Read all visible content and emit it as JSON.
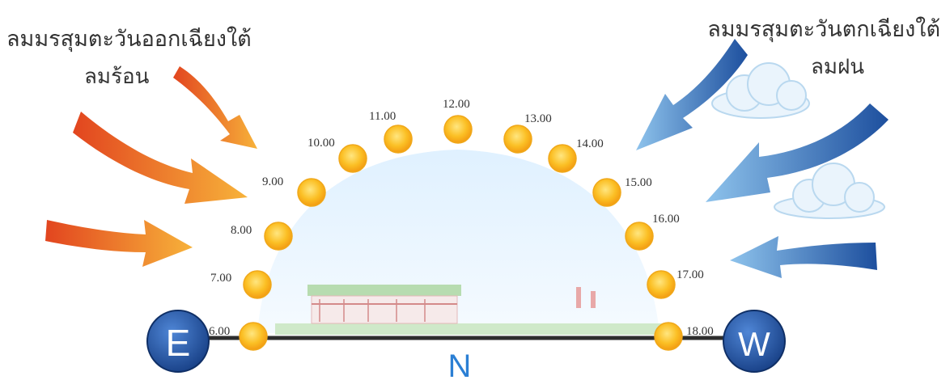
{
  "east_wind_label": "ลมมรสุมตะวันออกเฉียงใต้",
  "hot_wind_label": "ลมร้อน",
  "west_wind_label": "ลมมรสุมตะวันตกเฉียงใต้",
  "rain_wind_label": "ลมฝน",
  "hours": [
    "6.00",
    "7.00",
    "8.00",
    "9.00",
    "10.00",
    "11.00",
    "12.00",
    "13.00",
    "14.00",
    "15.00",
    "16.00",
    "17.00",
    "18.00"
  ],
  "east_marker": "E",
  "west_marker": "W",
  "north_marker": "N",
  "colors": {
    "sun": "#f7b41e",
    "hot_wind": "#e8502a",
    "rain_wind": "#2a6cc4",
    "marker": "#1f4d9a",
    "north": "#2b7fd4",
    "ground_line": "#2e2e2e"
  }
}
